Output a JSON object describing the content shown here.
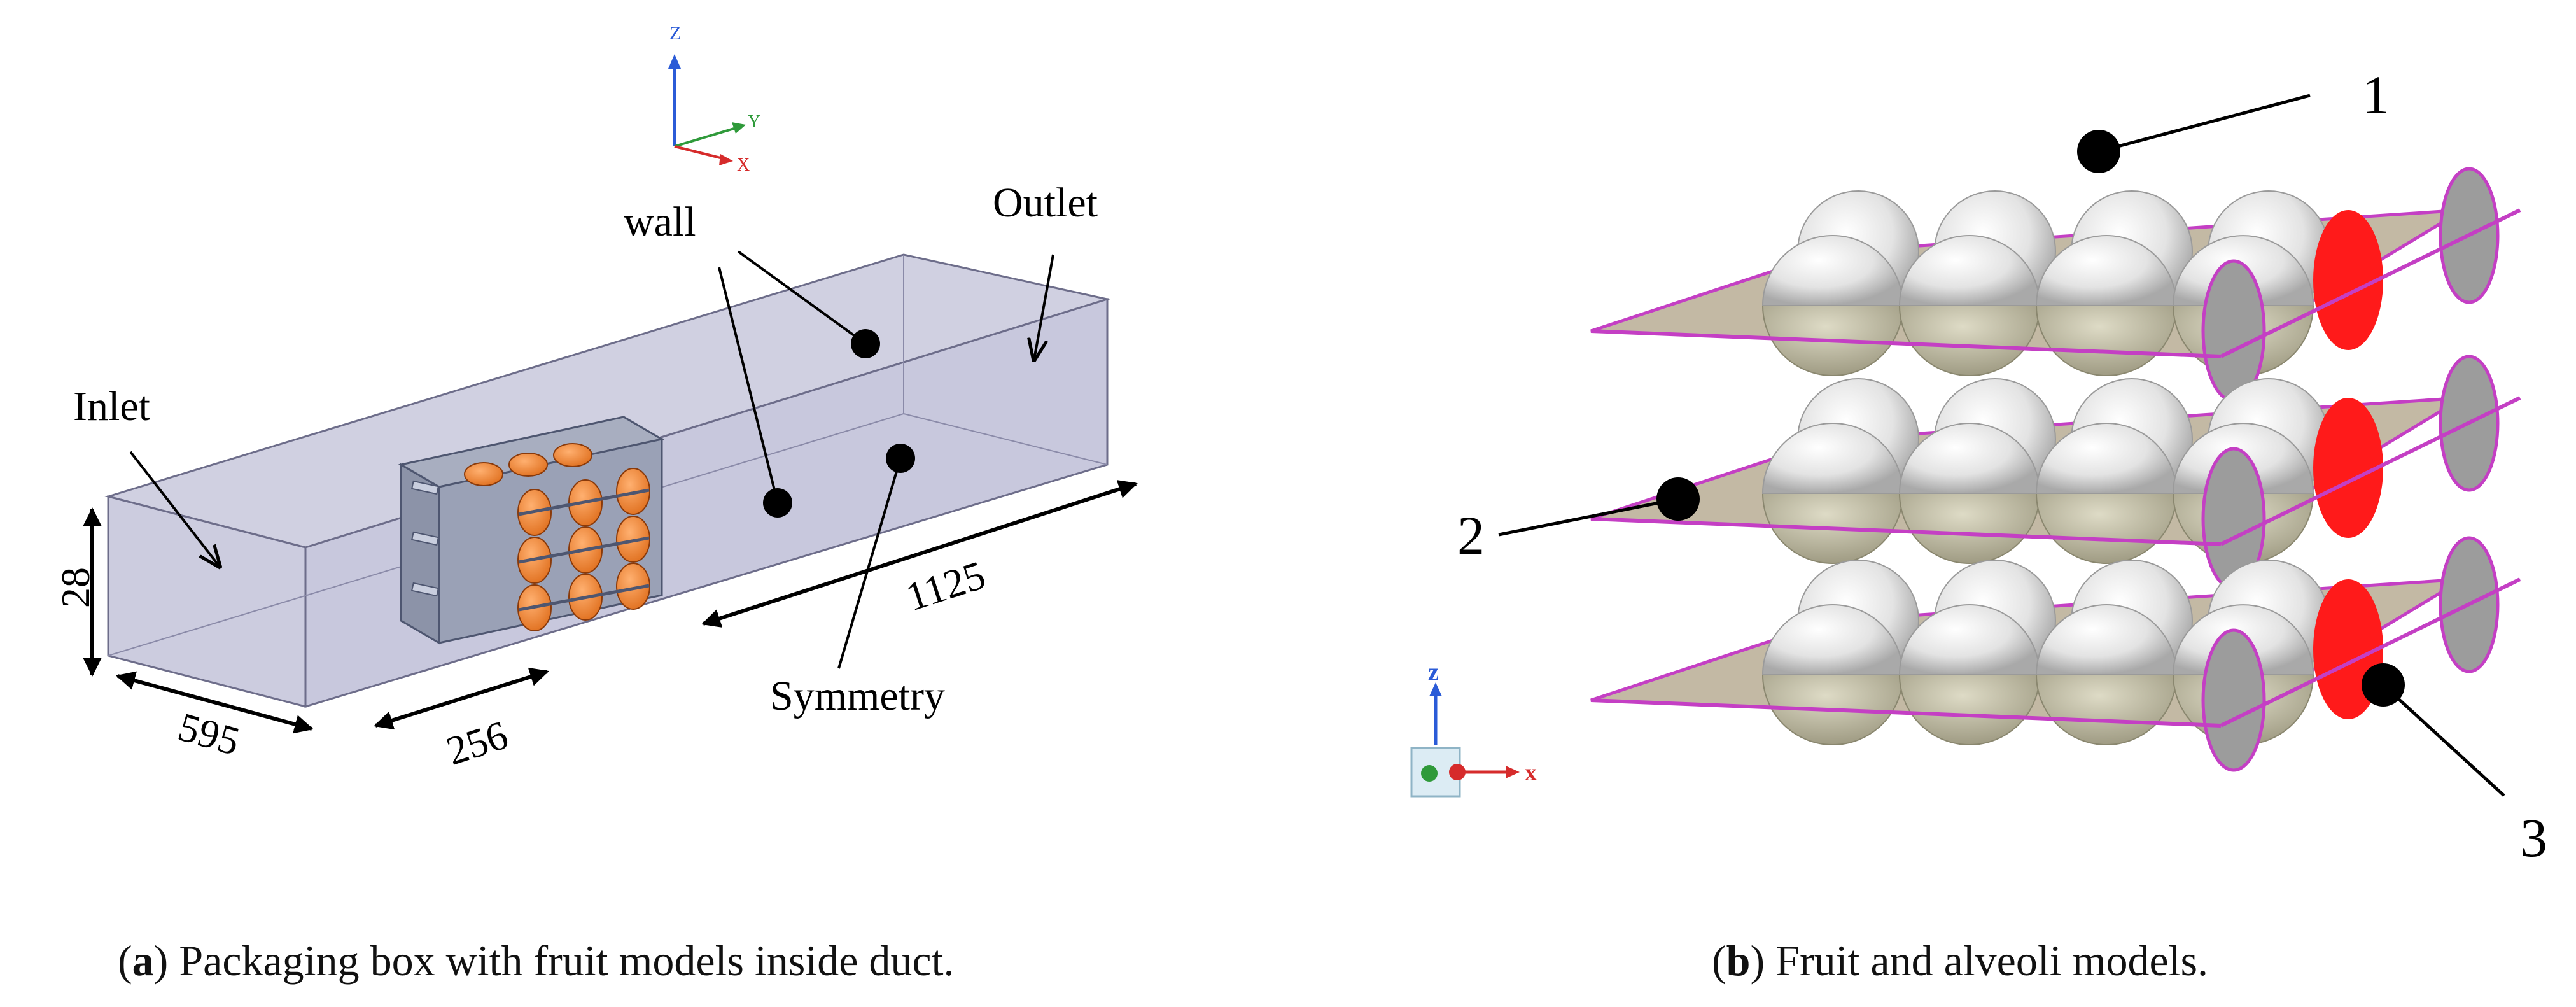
{
  "panel_a": {
    "labels": {
      "inlet": "Inlet",
      "outlet": "Outlet",
      "wall": "wall",
      "symmetry": "Symmetry"
    },
    "dimensions": {
      "height": "28",
      "width": "595",
      "box_length": "256",
      "duct_length": "1125"
    },
    "axes": {
      "z": "Z",
      "y": "Y",
      "x": "X"
    },
    "caption": {
      "letter": "a",
      "text": "Packaging box with fruit models inside duct."
    },
    "colors": {
      "duct": "#a9a9c9",
      "fruit": "#f08a3c",
      "box": "#8c93a8"
    }
  },
  "panel_b": {
    "callouts": {
      "one": "1",
      "two": "2",
      "three": "3"
    },
    "axes": {
      "z": "z",
      "x": "x"
    },
    "caption": {
      "letter": "b",
      "text": "Fruit and alveoli models."
    },
    "colors": {
      "sphere": "#e3e3e3",
      "sphere_base": "#c4c0a8",
      "tray": "#b9ad94",
      "tray_edge": "#c43fc4",
      "highlight": "#ff1a1a"
    }
  }
}
